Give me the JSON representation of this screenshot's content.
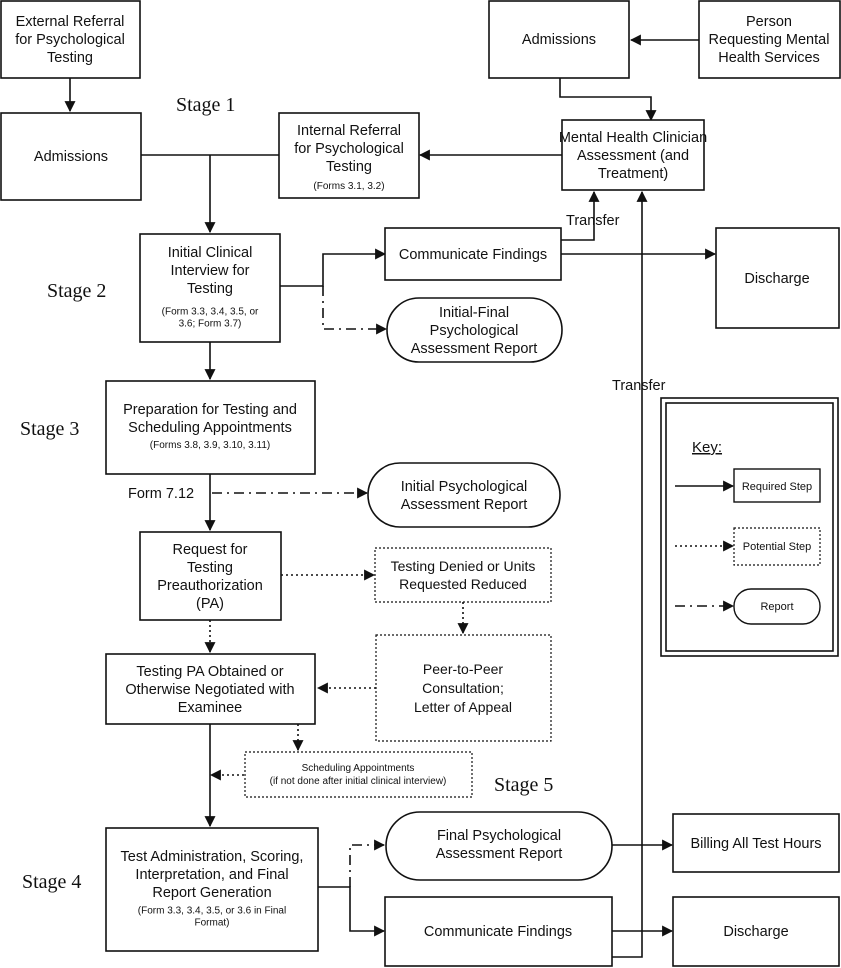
{
  "nodes": {
    "external_referral": [
      "External Referral",
      "for Psychological",
      "Testing"
    ],
    "admissions_top": [
      "Admissions"
    ],
    "person_requesting": [
      "Person",
      "Requesting Mental",
      "Health Services"
    ],
    "admissions_left": [
      "Admissions"
    ],
    "internal_referral": [
      "Internal Referral",
      "for Psychological",
      "Testing"
    ],
    "internal_referral_forms": "(Forms 3.1, 3.2)",
    "mh_clinician": [
      "Mental Health Clinician",
      "Assessment (and",
      "Treatment)"
    ],
    "initial_interview": [
      "Initial Clinical",
      "Interview for",
      "Testing"
    ],
    "initial_interview_forms": [
      "(Form 3.3, 3.4, 3.5, or",
      "3.6;  Form 3.7)"
    ],
    "communicate_top": [
      "Communicate Findings"
    ],
    "discharge_top": [
      "Discharge"
    ],
    "initial_final_report": [
      "Initial-Final",
      "Psychological",
      "Assessment Report"
    ],
    "preparation": [
      "Preparation for Testing and",
      "Scheduling Appointments"
    ],
    "preparation_forms": "(Forms 3.8, 3.9, 3.10, 3.11)",
    "initial_report": [
      "Initial Psychological",
      "Assessment Report"
    ],
    "request_pa": [
      "Request for",
      "Testing",
      "Preauthorization",
      "(PA)"
    ],
    "testing_denied": [
      "Testing Denied or Units",
      "Requested Reduced"
    ],
    "peer_to_peer": [
      "Peer-to-Peer",
      "Consultation;",
      "Letter of Appeal"
    ],
    "pa_obtained": [
      "Testing PA Obtained or",
      "Otherwise Negotiated with",
      "Examinee"
    ],
    "scheduling": [
      "Scheduling Appointments",
      "(if not done after initial clinical interview)"
    ],
    "test_admin": [
      "Test Administration, Scoring,",
      "Interpretation, and Final",
      "Report  Generation"
    ],
    "test_admin_forms": [
      "(Form 3.3, 3.4, 3.5, or 3.6  in Final",
      "Format)"
    ],
    "final_report": [
      "Final Psychological",
      "Assessment Report"
    ],
    "billing": [
      "Billing All Test Hours"
    ],
    "communicate_bottom": [
      "Communicate Findings"
    ],
    "discharge_bottom": [
      "Discharge"
    ]
  },
  "stages": {
    "stage1": "Stage 1",
    "stage2": "Stage 2",
    "stage3": "Stage 3",
    "stage4": "Stage 4",
    "stage5": "Stage 5"
  },
  "edge_labels": {
    "transfer_top": "Transfer",
    "transfer_side": "Transfer",
    "form_712": "Form 7.12"
  },
  "key": {
    "title": "Key:",
    "required": "Required Step",
    "potential": "Potential Step",
    "report": "Report"
  }
}
